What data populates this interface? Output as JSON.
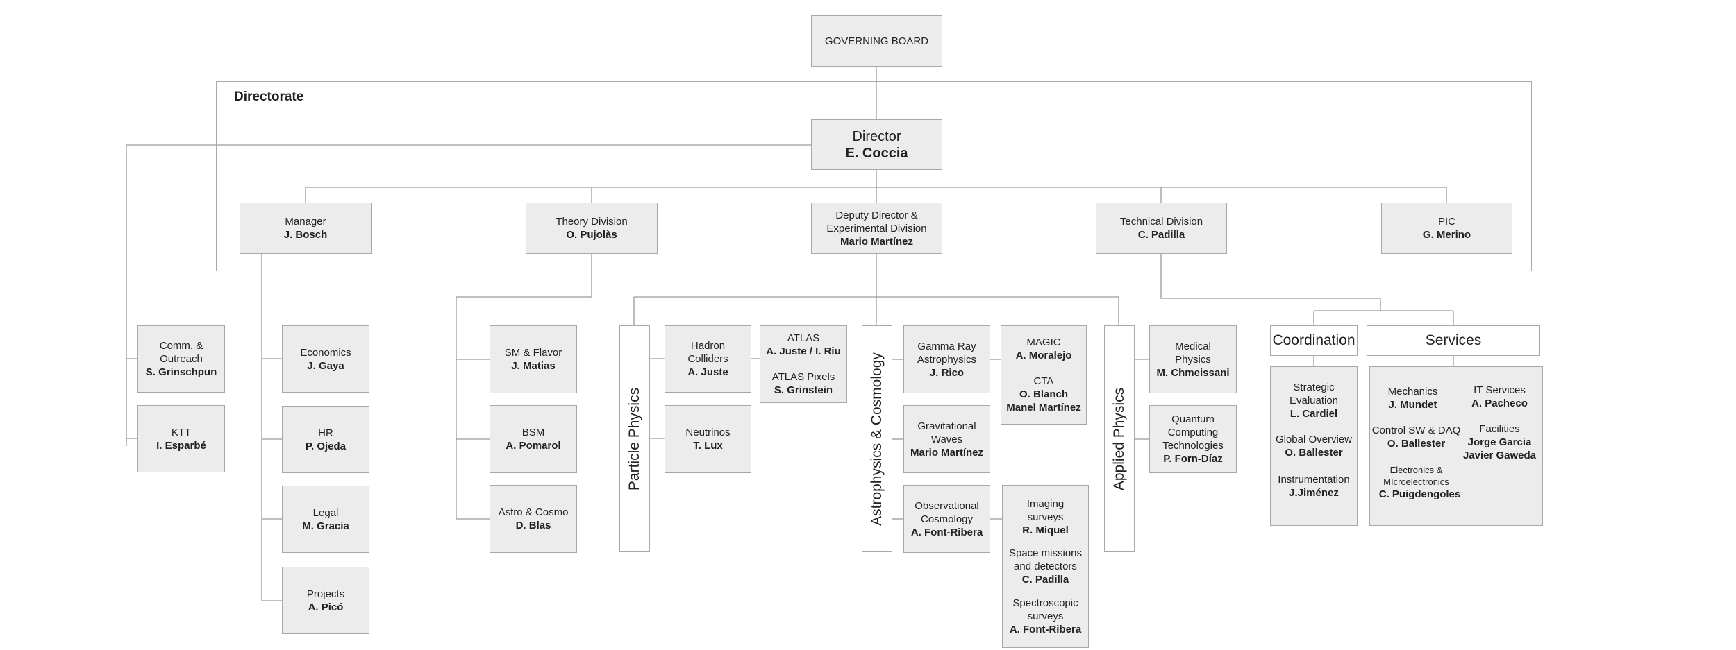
{
  "board": {
    "title": "GOVERNING BOARD"
  },
  "directorate": {
    "title": "Directorate"
  },
  "director": {
    "title": "Director",
    "name": "E. Coccia"
  },
  "manager": {
    "title": "Manager",
    "name": "J. Bosch"
  },
  "theory": {
    "title": "Theory Division",
    "name": "O. Pujolàs"
  },
  "deputy": {
    "title1": "Deputy Director &",
    "title2": "Experimental Division",
    "name": "Mario Martínez"
  },
  "technical": {
    "title": "Technical Division",
    "name": "C. Padilla"
  },
  "pic": {
    "title": "PIC",
    "name": "G. Merino"
  },
  "comm": {
    "title1": "Comm. &",
    "title2": "Outreach",
    "name": "S. Grinschpun"
  },
  "ktt": {
    "title": "KTT",
    "name": "I. Esparbé"
  },
  "economics": {
    "title": "Economics",
    "name": "J. Gaya"
  },
  "hr": {
    "title": "HR",
    "name": "P. Ojeda"
  },
  "legal": {
    "title": "Legal",
    "name": "M. Gracia"
  },
  "projects": {
    "title": "Projects",
    "name": "A. Picó"
  },
  "sm_flavor": {
    "title": "SM & Flavor",
    "name": "J. Matias"
  },
  "bsm": {
    "title": "BSM",
    "name": "A. Pomarol"
  },
  "astro_cosmo": {
    "title": "Astro & Cosmo",
    "name": "D. Blas"
  },
  "particle_physics": {
    "label": "Particle Physics"
  },
  "hadron": {
    "title1": "Hadron",
    "title2": "Colliders",
    "name": "A. Juste"
  },
  "atlas": {
    "title1": "ATLAS",
    "name1": "A. Juste / I. Riu",
    "title2": "ATLAS Pixels",
    "name2": "S. Grinstein"
  },
  "neutrinos": {
    "title": "Neutrinos",
    "name": "T. Lux"
  },
  "astrophysics": {
    "label": "Astrophysics & Cosmology"
  },
  "gamma": {
    "title1": "Gamma Ray",
    "title2": "Astrophysics",
    "name": "J. Rico"
  },
  "magic_cta": {
    "title1": "MAGIC",
    "name1": "A. Moralejo",
    "title2": "CTA",
    "name2a": "O. Blanch",
    "name2b": "Manel Martínez"
  },
  "gravitational": {
    "title1": "Gravitational",
    "title2": "Waves",
    "name": "Mario Martínez"
  },
  "observational": {
    "title1": "Observational",
    "title2": "Cosmology",
    "name": "A. Font-Ribera"
  },
  "surveys": {
    "s1a": "Imaging",
    "s1b": "surveys",
    "n1": "R. Miquel",
    "s2a": "Space missions",
    "s2b": "and detectors",
    "n2": "C. Padilla",
    "s3a": "Spectroscopic",
    "s3b": "surveys",
    "n3": "A. Font-Ribera"
  },
  "applied_physics": {
    "label": "Applied Physics"
  },
  "medical": {
    "title1": "Medical",
    "title2": "Physics",
    "name": "M. Chmeissani"
  },
  "quantum": {
    "title1": "Quantum",
    "title2": "Computing",
    "title3": "Technologies",
    "name": "P. Forn-Díaz"
  },
  "coordination": {
    "header": "Coordination",
    "s1a": "Strategic",
    "s1b": "Evaluation",
    "n1": "L. Cardiel",
    "s2": "Global Overview",
    "n2": "O. Ballester",
    "s3": "Instrumentation",
    "n3": "J.Jiménez"
  },
  "services": {
    "header": "Services",
    "mech": "Mechanics",
    "mech_n": "J. Mundet",
    "it": "IT Services",
    "it_n": "A. Pacheco",
    "ctrl": "Control SW & DAQ",
    "ctrl_n": "O. Ballester",
    "fac": "Facilities",
    "fac_n1": "Jorge Garcia",
    "fac_n2": "Javier Gaweda",
    "elec1": "Electronics &",
    "elec2": "MIcroelectronics",
    "elec_n": "C. Puigdengoles"
  }
}
